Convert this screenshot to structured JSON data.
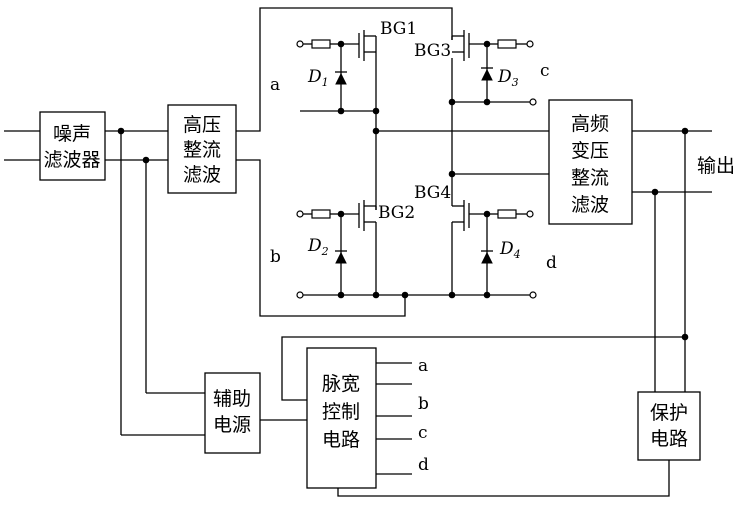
{
  "blocks": {
    "noise_filter": [
      "噪声",
      "滤波器"
    ],
    "hv_rectifier": [
      "高压",
      "整流",
      "滤波"
    ],
    "hf_transformer": [
      "高频",
      "变压",
      "整流",
      "滤波"
    ],
    "aux_power": [
      "辅助",
      "电源"
    ],
    "pwm_control": [
      "脉宽",
      "控制",
      "电路"
    ],
    "protection": [
      "保护",
      "电路"
    ]
  },
  "transistors": {
    "bg1": "BG1",
    "bg2": "BG2",
    "bg3": "BG3",
    "bg4": "BG4"
  },
  "diodes": {
    "d1": {
      "letter": "D",
      "sub": "1"
    },
    "d2": {
      "letter": "D",
      "sub": "2"
    },
    "d3": {
      "letter": "D",
      "sub": "3"
    },
    "d4": {
      "letter": "D",
      "sub": "4"
    }
  },
  "gate_labels": {
    "a": "a",
    "b": "b",
    "c": "c",
    "d": "d"
  },
  "pwm_outputs": [
    "a",
    "b",
    "c",
    "d"
  ],
  "output_label": "输出"
}
